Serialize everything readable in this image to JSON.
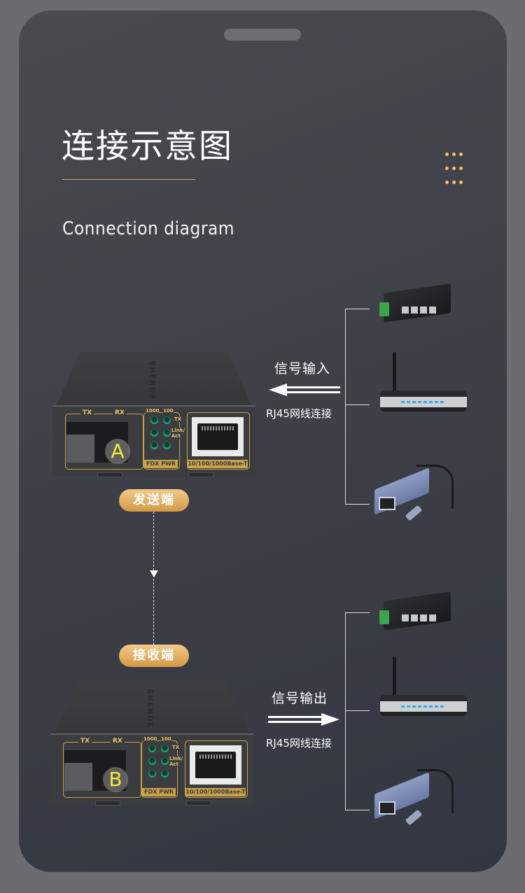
{
  "header": {
    "title_cn": "连接示意图",
    "title_en": "Connection diagram",
    "accent_color": "#d5a866",
    "menu_icon": "dots-grid-icon"
  },
  "devices": [
    {
      "id": "A",
      "role_label": "发送端",
      "brand_mark": "SHENDE",
      "fiber_labels": {
        "tx": "TX",
        "rx": "RX"
      },
      "led_labels": {
        "speed_1000": "1000",
        "speed_100": "100",
        "tx": "TX",
        "link": "Link/",
        "act": "Act",
        "fdx_pwr": "FDX PWR"
      },
      "rj45_label": "10/100/1000Base-T"
    },
    {
      "id": "B",
      "role_label": "接收端",
      "brand_mark": "SHENDE",
      "fiber_labels": {
        "tx": "TX",
        "rx": "RX"
      },
      "led_labels": {
        "speed_1000": "1000",
        "speed_100": "100",
        "tx": "TX",
        "link": "Link/",
        "act": "Act",
        "fdx_pwr": "FDX PWR"
      },
      "rj45_label": "10/100/1000Base-T"
    }
  ],
  "signals": {
    "input": {
      "title": "信号输入",
      "subtitle": "RJ45网线连接",
      "direction": "left"
    },
    "output": {
      "title": "信号输出",
      "subtitle": "RJ45网线连接",
      "direction": "right"
    }
  },
  "peripherals": [
    "industrial-switch",
    "wifi-router",
    "usb-c-ethernet-adapter"
  ],
  "colors": {
    "pill": "#e0ad5e",
    "led": "#1fc08a",
    "letter": "#f4e93a"
  }
}
